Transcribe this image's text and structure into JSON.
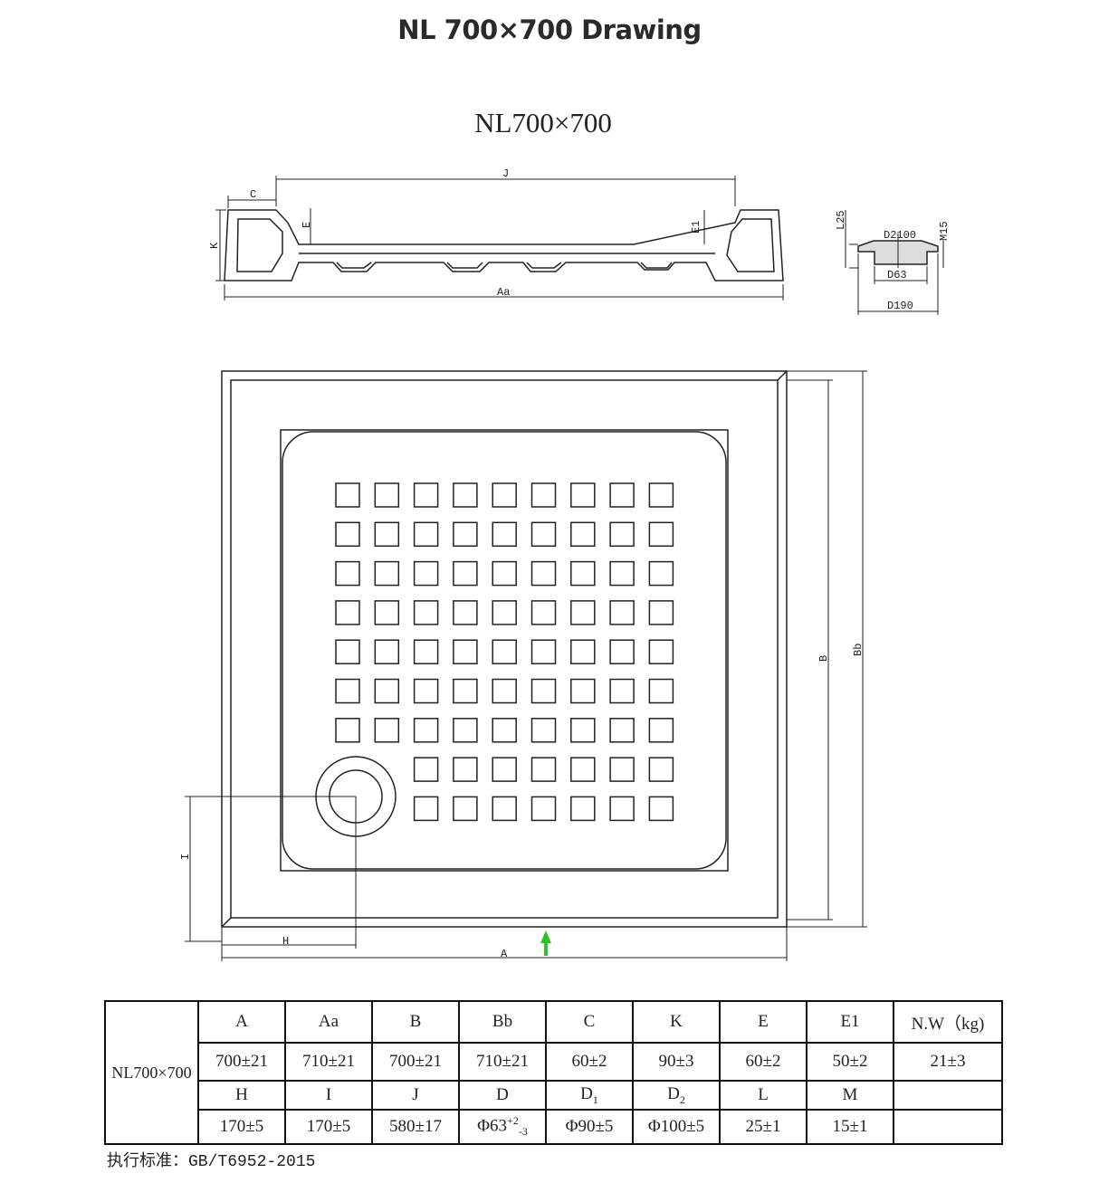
{
  "header": {
    "title": "NL 700×700 Drawing"
  },
  "drawing": {
    "model_title": "NL700×700",
    "section_labels": {
      "C": "C",
      "J": "J",
      "E": "E",
      "E1": "E1",
      "K": "K",
      "Aa": "Aa"
    },
    "drain_labels": {
      "L": "L25",
      "M": "M15",
      "D2": "D2100",
      "D": "D63",
      "D1": "D190"
    },
    "plan_labels": {
      "B": "B",
      "Bb": "Bb",
      "I": "I",
      "H": "H",
      "A": "A"
    },
    "grid": {
      "rows": 9,
      "cols": 9,
      "missing_in_row_7_and_8": 2
    },
    "colors": {
      "lines": "#222222",
      "arrow": "#2fbf2f"
    }
  },
  "table": {
    "model": "NL700×700",
    "header_row_1": [
      "A",
      "Aa",
      "B",
      "Bb",
      "C",
      "K",
      "E",
      "E1",
      "N.W（kg)"
    ],
    "value_row_1": [
      "700±21",
      "710±21",
      "700±21",
      "710±21",
      "60±2",
      "90±3",
      "60±2",
      "50±2",
      "21±3"
    ],
    "header_row_2": [
      "H",
      "I",
      "J",
      "D",
      "D",
      "D",
      "L",
      "M"
    ],
    "header_row_2_subs": [
      "",
      "",
      "",
      "",
      "1",
      "2",
      "",
      ""
    ],
    "value_row_2": [
      "170±5",
      "170±5",
      "580±17",
      "Φ63",
      "Φ90±5",
      "Φ100±5",
      "25±1",
      "15±1"
    ],
    "d_tolerance_sup": "+2",
    "d_tolerance_sub": "-3"
  },
  "footer": {
    "standard": "执行标准：GB/T6952-2015"
  }
}
